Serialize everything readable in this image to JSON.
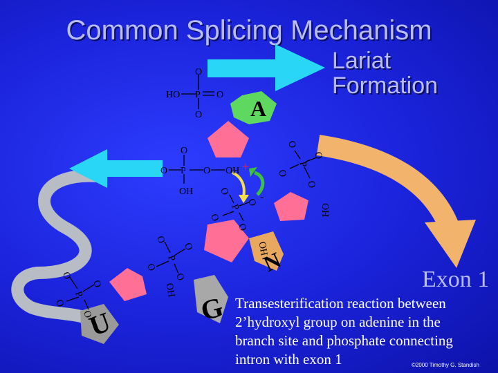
{
  "title": "Common Splicing Mechanism",
  "lariat_label": [
    "Lariat",
    "Formation"
  ],
  "exon_label": "Exon 1",
  "caption": [
    "Transesterification reaction between",
    "2’hydroxyl group on adenine in the",
    "branch site and phosphate connecting",
    "intron with exon 1"
  ],
  "credit": "©2000 Timothy G. Standish",
  "bases": {
    "adenine": "A",
    "guanine": "G",
    "uracil": "U",
    "unlabeled": "N"
  },
  "atoms": {
    "top_phosphate": {
      "o_top": "O",
      "ho": "HO",
      "p": "P",
      "o_right": "O",
      "o_bottom": "O"
    },
    "left_phosphate": {
      "o_top": "O",
      "o_left": "O",
      "p": "P",
      "o_right": "O",
      "oh_below": "OH"
    },
    "adenine_2_oh": "OH",
    "right_phosphate": {
      "o_top": "O",
      "p": "P",
      "o_left": "O",
      "o_bottom": "O"
    },
    "right_sugar_oh": "OH",
    "center_phosphate": {
      "o_top": "O",
      "p": "P",
      "o_left": "O",
      "o_minus": "O",
      "o_bottom": "O"
    },
    "n_sugar_oh": "OH",
    "lower_phosphate": {
      "o1": "O",
      "o2": "O",
      "p": "P",
      "o3": "O",
      "o4": "O"
    },
    "left_sugar_oh": "OH",
    "far_phosphate": {
      "o1": "O",
      "o2": "O",
      "p": "P",
      "o3": "O",
      "o4": "O"
    },
    "plus": "+",
    "minus": "-"
  },
  "colors": {
    "background": "#1a22d8",
    "title_text": "#b9bcff",
    "ribose": "#ff6f96",
    "adenine": "#5fd85f",
    "guanine": "#a8a8a8",
    "uracil": "#9a9a9a",
    "unlabeled_base": "#e8a860",
    "exon_arrow": "#f2b36c",
    "cyan_arrow": "#2ad6f5",
    "intron_tube": "#b8bcc4",
    "electron_arrow_yellow": "#f5e04a",
    "electron_arrow_green": "#3fbf3f"
  }
}
